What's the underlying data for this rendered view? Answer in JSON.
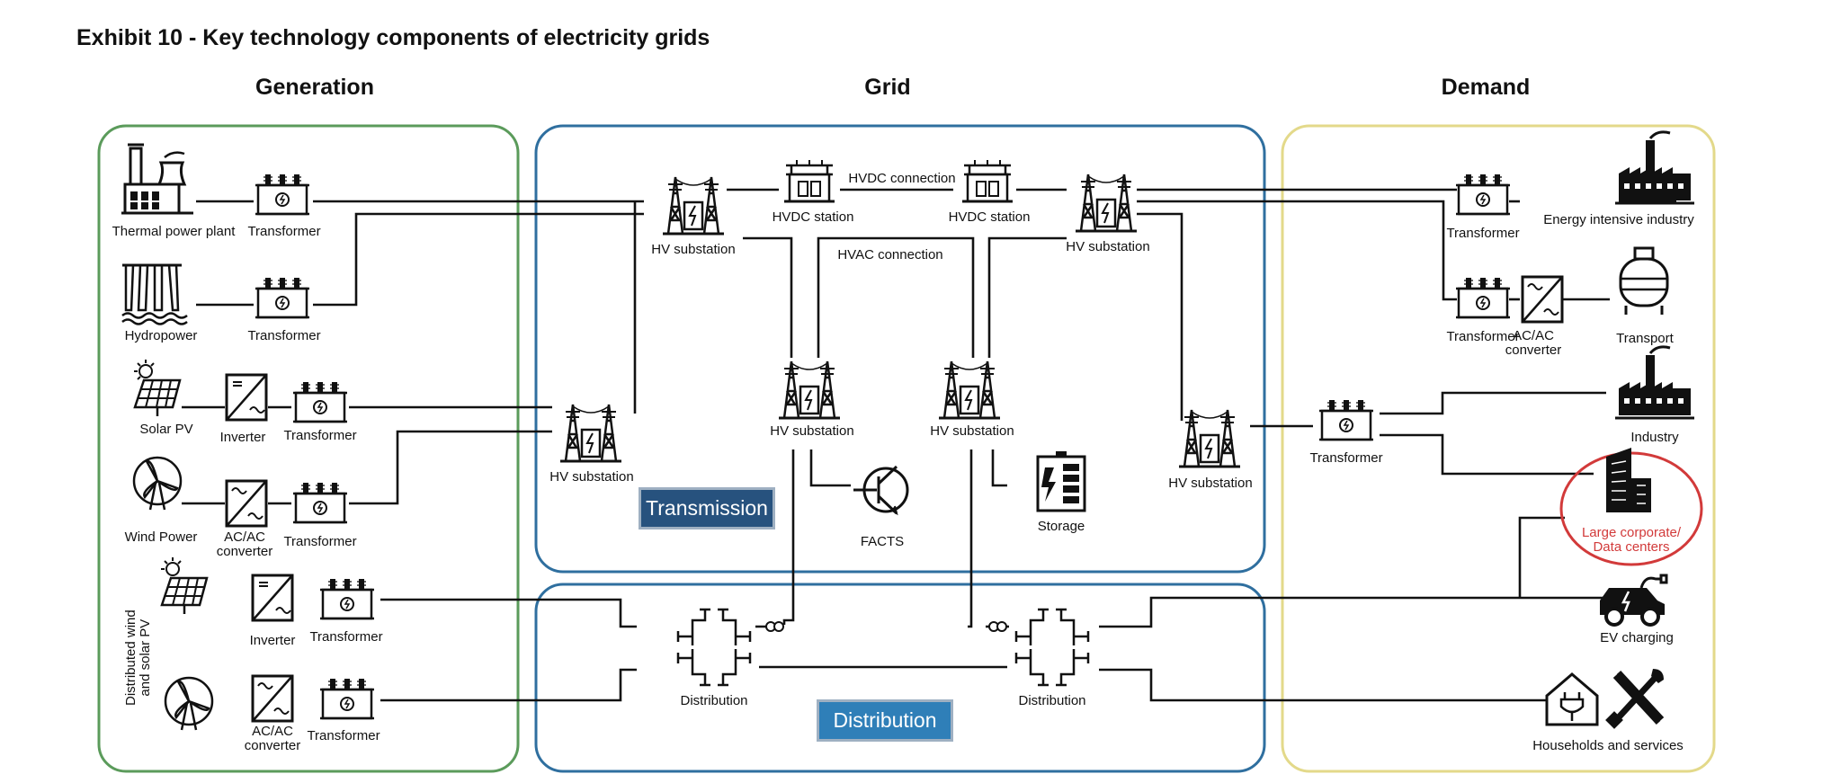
{
  "title": "Exhibit 10 - Key technology components of electricity grids",
  "sections": {
    "generation": "Generation",
    "grid": "Grid",
    "demand": "Demand"
  },
  "generation": {
    "thermal": "Thermal power plant",
    "transformer_1": "Transformer",
    "hydro": "Hydropower",
    "transformer_2": "Transformer",
    "solar": "Solar PV",
    "inverter_1": "Inverter",
    "transformer_3": "Transformer",
    "wind": "Wind Power",
    "acac_1": "AC/AC\nconverter",
    "transformer_4": "Transformer",
    "distributed_label": "Distributed wind\nand solar PV",
    "inverter_2": "Inverter",
    "transformer_5": "Transformer",
    "acac_2": "AC/AC\nconverter",
    "transformer_6": "Transformer"
  },
  "grid": {
    "hv_sub_tl": "HV substation",
    "hvdc_station_l": "HVDC station",
    "hvdc_connection": "HVDC connection",
    "hvdc_station_r": "HVDC station",
    "hv_sub_tr": "HV substation",
    "hvac_connection": "HVAC connection",
    "hv_sub_left": "HV substation",
    "hv_sub_ml": "HV substation",
    "hv_sub_mr": "HV substation",
    "hv_sub_right": "HV substation",
    "facts": "FACTS",
    "storage": "Storage",
    "transmission": "Transmission",
    "distribution_l": "Distribution",
    "distribution_r": "Distribution",
    "distribution_tag": "Distribution"
  },
  "demand": {
    "transformer_a": "Transformer",
    "energy_industry": "Energy intensive industry",
    "transformer_b": "Transformer",
    "acac": "AC/AC\nconverter",
    "transport": "Transport",
    "transformer_c": "Transformer",
    "industry": "Industry",
    "large_corporate": "Large corporate/\nData centers",
    "ev": "EV charging",
    "households": "Households and services"
  },
  "colors": {
    "generation_border": "#5b9b5b",
    "grid_border": "#2f6f9f",
    "demand_border": "#e3d98a",
    "transmission_tag": "#27527e",
    "distribution_tag": "#2f7fb8",
    "highlight": "#d23a3a"
  },
  "icons": {
    "thermal": "thermal-plant-icon",
    "hydro": "hydropower-icon",
    "solar": "solar-panel-icon",
    "wind": "wind-turbine-icon",
    "transformer": "transformer-icon",
    "inverter": "inverter-icon",
    "substation": "substation-tower-icon",
    "hvdc": "hvdc-station-icon",
    "facts": "facts-transistor-icon",
    "storage": "battery-storage-icon",
    "distribution": "distribution-node-icon",
    "factory": "factory-icon",
    "transport": "gas-tank-icon",
    "building": "office-building-icon",
    "ev": "ev-car-icon",
    "household": "house-plug-icon",
    "tools": "tools-icon"
  }
}
